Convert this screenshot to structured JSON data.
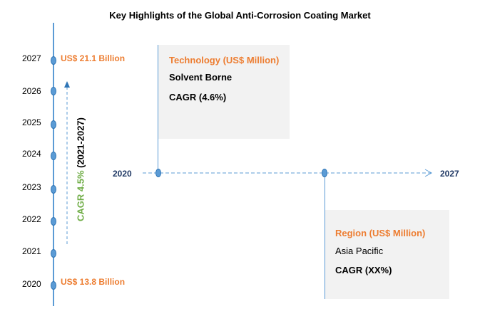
{
  "title": "Key Highlights of the Global Anti-Corrosion Coating Market",
  "timeline": {
    "years": [
      "2027",
      "2026",
      "2025",
      "2024",
      "2023",
      "2022",
      "2021",
      "2020"
    ],
    "top_value": "US$ 21.1 Billion",
    "bottom_value": "US$ 13.8 Billion",
    "cagr_value": "CAGR 4.5%",
    "cagr_period": "(2021-2027)"
  },
  "axis": {
    "start": "2020",
    "end": "2027"
  },
  "technology": {
    "heading": "Technology (US$ Million)",
    "segment": "Solvent Borne",
    "cagr": "CAGR (4.6%)"
  },
  "region": {
    "heading": "Region (US$ Million)",
    "segment": "Asia Pacific",
    "cagr": "CAGR (XX%)"
  },
  "colors": {
    "line": "#5b9bd5",
    "accent": "#ed7d31",
    "green": "#70ad47",
    "navy": "#1f3864",
    "box": "#f2f2f2"
  }
}
